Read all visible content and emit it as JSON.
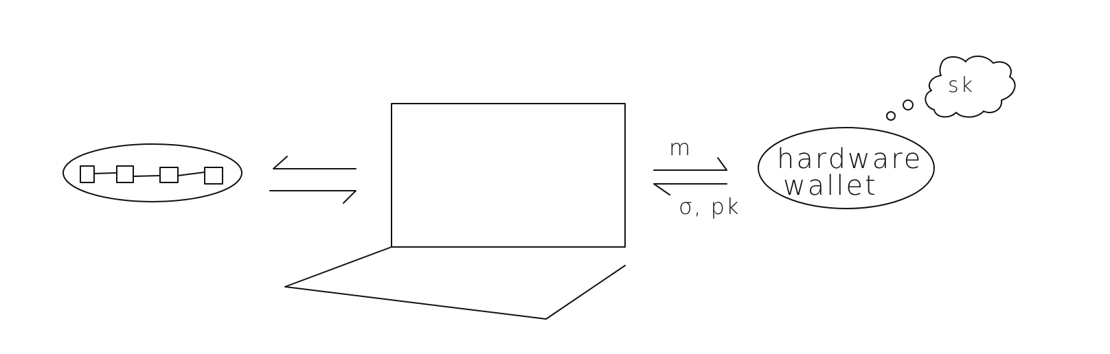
{
  "blockchain": {
    "block_count": 4
  },
  "hardware_wallet": {
    "label_line1": "hardware",
    "label_line2": "wallet"
  },
  "wallet_link": {
    "to_wallet_label": "m",
    "from_wallet_label": "σ, pk"
  },
  "thought": {
    "secret_label": "sk"
  }
}
